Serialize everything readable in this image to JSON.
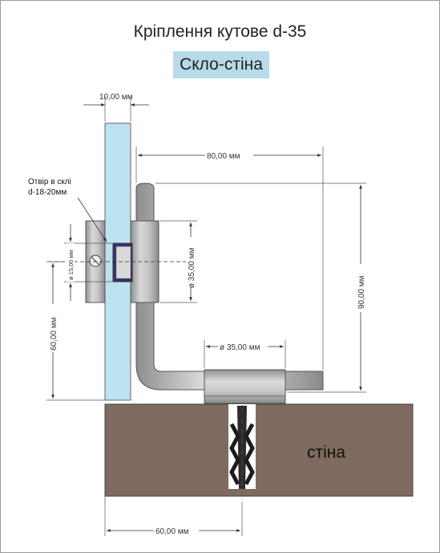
{
  "title": "Кріплення кутове d-35",
  "subtitle": "Скло-стіна",
  "dimensions": {
    "glass_thickness": "10,00 мм",
    "arm_length": "80,00 мм",
    "height_total": "90,00 мм",
    "glass_hole_diameter": "ø 15,00 мм",
    "glass_clamp_diameter": "ø 35,00 мм",
    "wall_clamp_diameter": "ø 35,00 мм",
    "height_to_hole": "60,00 мм",
    "wall_offset": "60,00 мм"
  },
  "note_lines": [
    "Отвір в склі",
    "d-18-20мм"
  ],
  "wall_label": "стіна",
  "colors": {
    "glass": "#bde3f0",
    "wall": "#7e6a5e",
    "metal": "#b8b8b8",
    "highlight_box": "#b7dbe8"
  }
}
